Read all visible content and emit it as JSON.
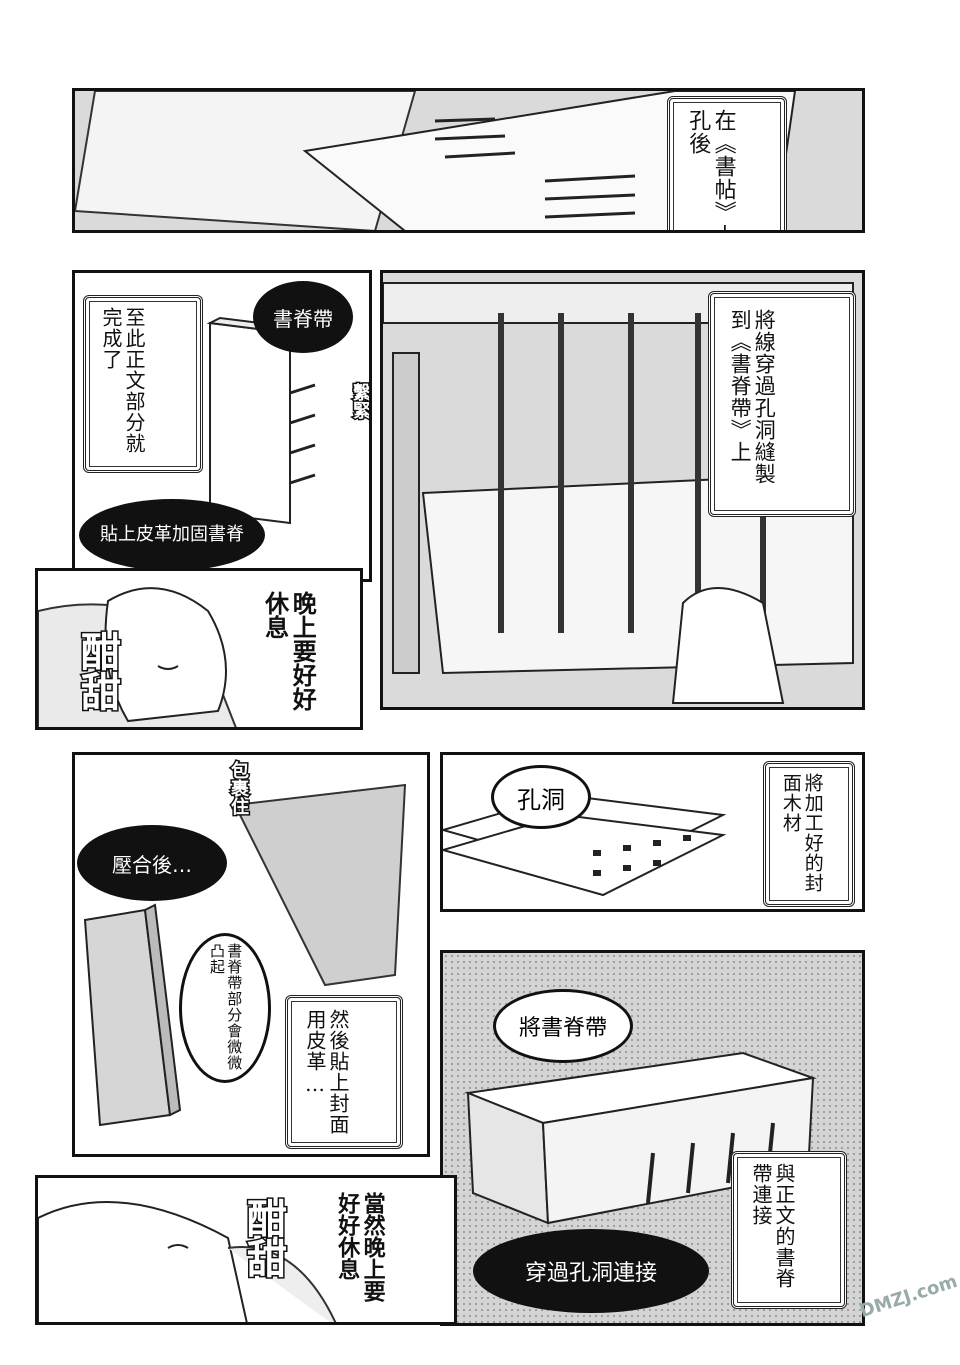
{
  "panels": {
    "p1": {
      "caption": "在《書帖》上打孔後"
    },
    "p2": {
      "caption": "至此正文部分就完成了",
      "bubble_top": "書脊帶",
      "sfx_tie": "繫緊",
      "bubble_bottom": "貼上皮革加固書脊"
    },
    "p3": {
      "caption": "將線穿過孔洞縫製到《書脊帶》上"
    },
    "p4": {
      "speech": "晚上要好好休息",
      "sfx": "酣甜"
    },
    "p5": {
      "bubble": "孔洞",
      "caption": "將加工好的封面木材"
    },
    "p6": {
      "sfx_wrap": "包裹住",
      "bubble_press": "壓合後…",
      "bubble_raise": "書脊帶部分會微微凸起",
      "caption": "然後貼上封面用皮革…"
    },
    "p7": {
      "bubble_top": "將書脊帶",
      "caption": "與正文的書脊帶連接",
      "bubble_bottom": "穿過孔洞連接"
    },
    "p8": {
      "speech": "當然晚上要好好休息",
      "sfx": "酣甜"
    }
  },
  "watermark": "DMZJ.com"
}
